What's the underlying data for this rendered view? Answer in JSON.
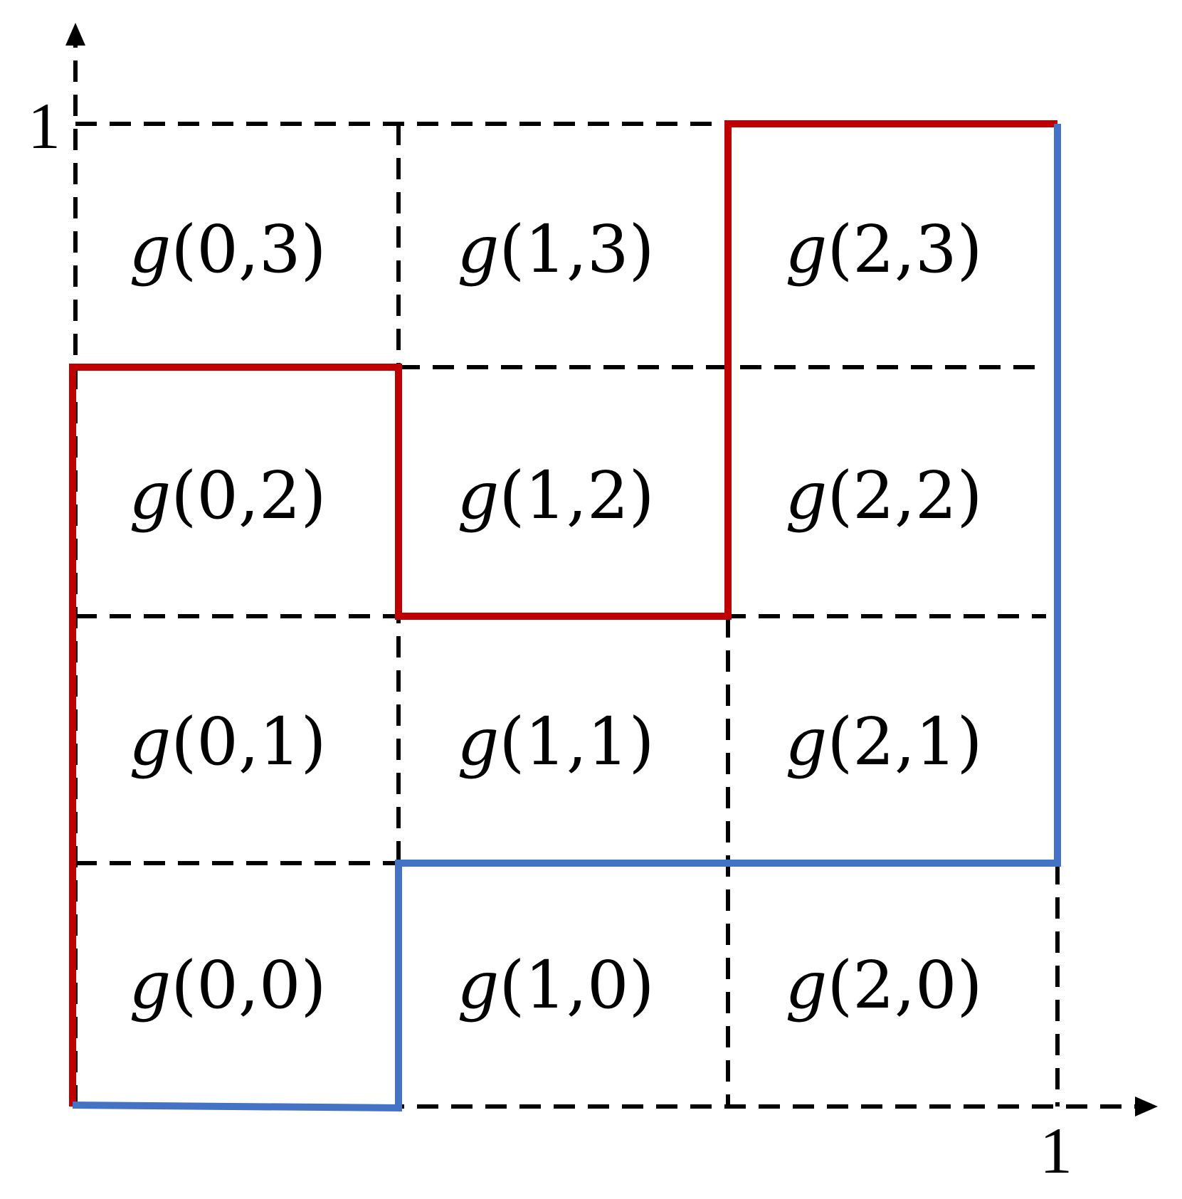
{
  "axes": {
    "x_tick": "1",
    "y_tick": "1"
  },
  "cells": [
    {
      "label_fn": "g",
      "label_args": "(0,3)"
    },
    {
      "label_fn": "g",
      "label_args": "(1,3)"
    },
    {
      "label_fn": "g",
      "label_args": "(2,3)"
    },
    {
      "label_fn": "g",
      "label_args": "(0,2)"
    },
    {
      "label_fn": "g",
      "label_args": "(1,2)"
    },
    {
      "label_fn": "g",
      "label_args": "(2,2)"
    },
    {
      "label_fn": "g",
      "label_args": "(0,1)"
    },
    {
      "label_fn": "g",
      "label_args": "(1,1)"
    },
    {
      "label_fn": "g",
      "label_args": "(2,1)"
    },
    {
      "label_fn": "g",
      "label_args": "(0,0)"
    },
    {
      "label_fn": "g",
      "label_args": "(1,0)"
    },
    {
      "label_fn": "g",
      "label_args": "(2,0)"
    }
  ],
  "colors": {
    "red_path": "#c00000",
    "blue_path": "#4472c4",
    "grid": "#000000"
  }
}
